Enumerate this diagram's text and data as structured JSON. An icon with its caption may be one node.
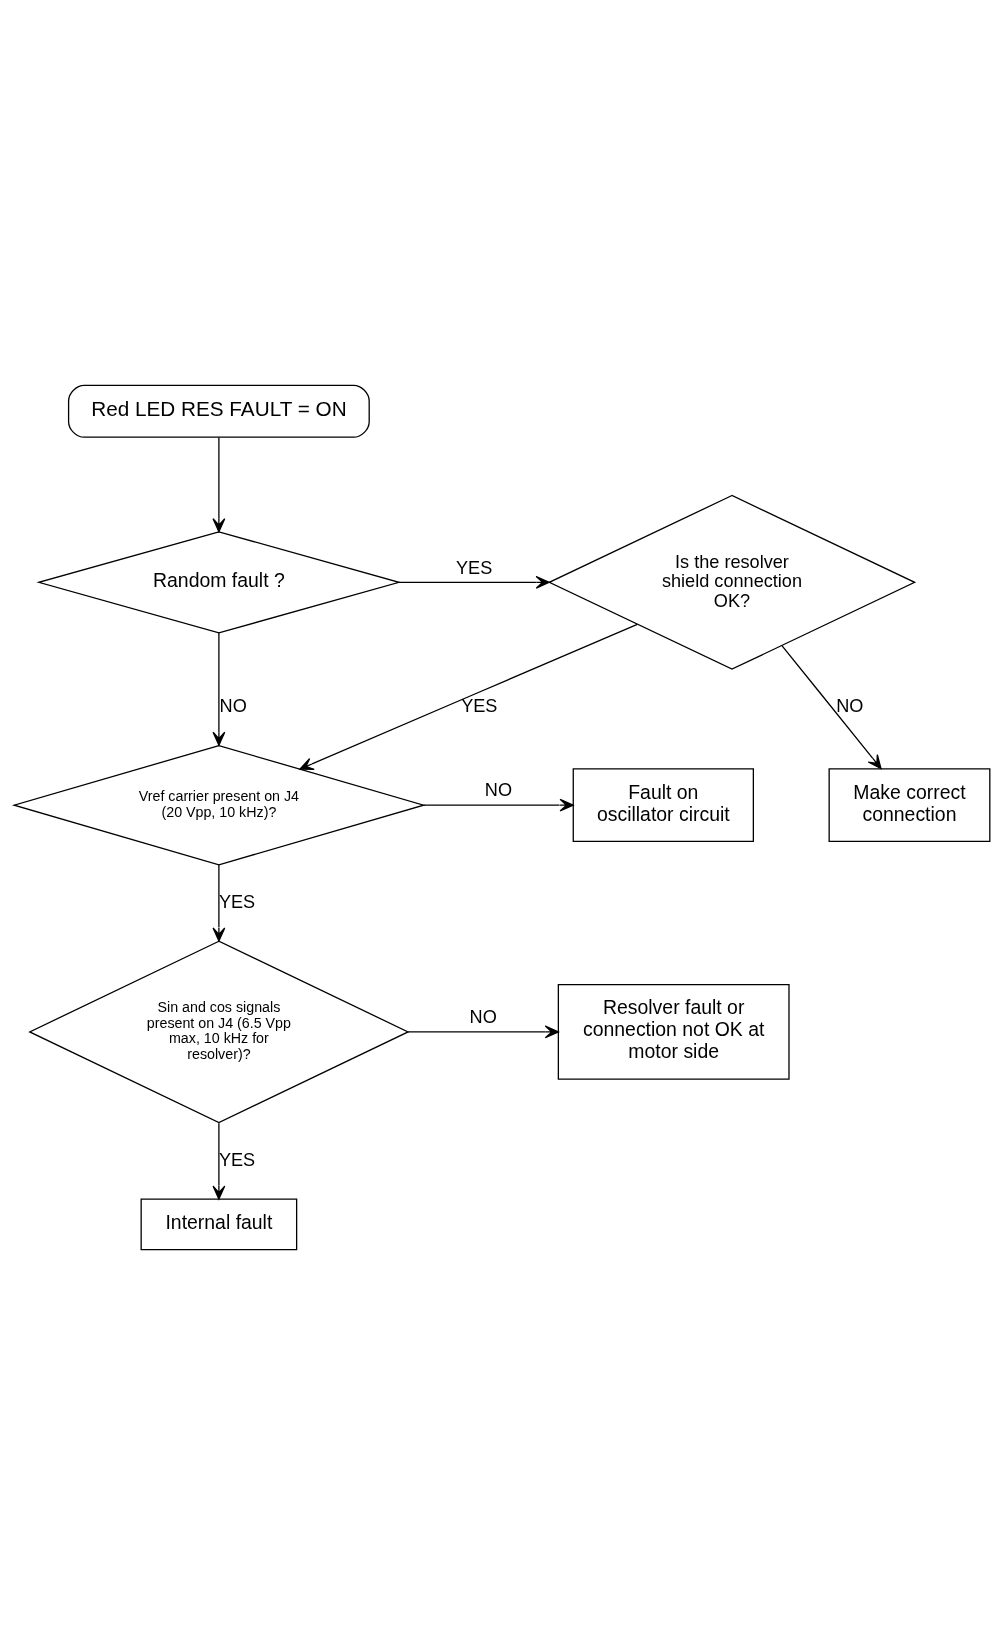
{
  "diagram": {
    "nodes": [
      {
        "text": [
          "Red LED RES FAULT = ON"
        ]
      },
      {
        "text": [
          "Is the resolver shield connection OK?"
        ]
      },
      {
        "text": [
          "Random fault ?"
        ]
      },
      {
        "text": [
          "Make correct connection"
        ]
      },
      {
        "text": [
          "Fault on oscillator circuit"
        ]
      },
      {
        "text": [
          "Vref carrier present on J4 (20 Vpp, 10 kHz)?"
        ]
      },
      {
        "text": [
          "Resolver fault or connection not OK at motor side"
        ]
      },
      {
        "text": [
          "Sin and cos signals present on J4 (6.5 Vpp max, 10 kHz for resolver)?"
        ]
      },
      {
        "text": [
          "Internal fault"
        ]
      }
    ],
    "edges": [
      {
        "from": 0,
        "to": 2,
        "arrow": "to"
      },
      {
        "from": 2,
        "to": 1,
        "arrow": "to",
        "label": "YES"
      },
      {
        "from": 1,
        "to": 3,
        "arrow": "to",
        "label": "NO"
      },
      {
        "from": 1,
        "to": 5,
        "arrow": "to",
        "label": "YES"
      },
      {
        "from": 2,
        "to": 5,
        "arrow": "to",
        "label": "NO"
      },
      {
        "from": 5,
        "to": 4,
        "arrow": "to",
        "label": "NO"
      },
      {
        "from": 5,
        "to": 7,
        "arrow": "to",
        "label": "YES"
      },
      {
        "from": 7,
        "to": 6,
        "arrow": "to",
        "label": "NO"
      },
      {
        "from": 7,
        "to": 8,
        "arrow": "to",
        "label": "YES"
      }
    ]
  }
}
